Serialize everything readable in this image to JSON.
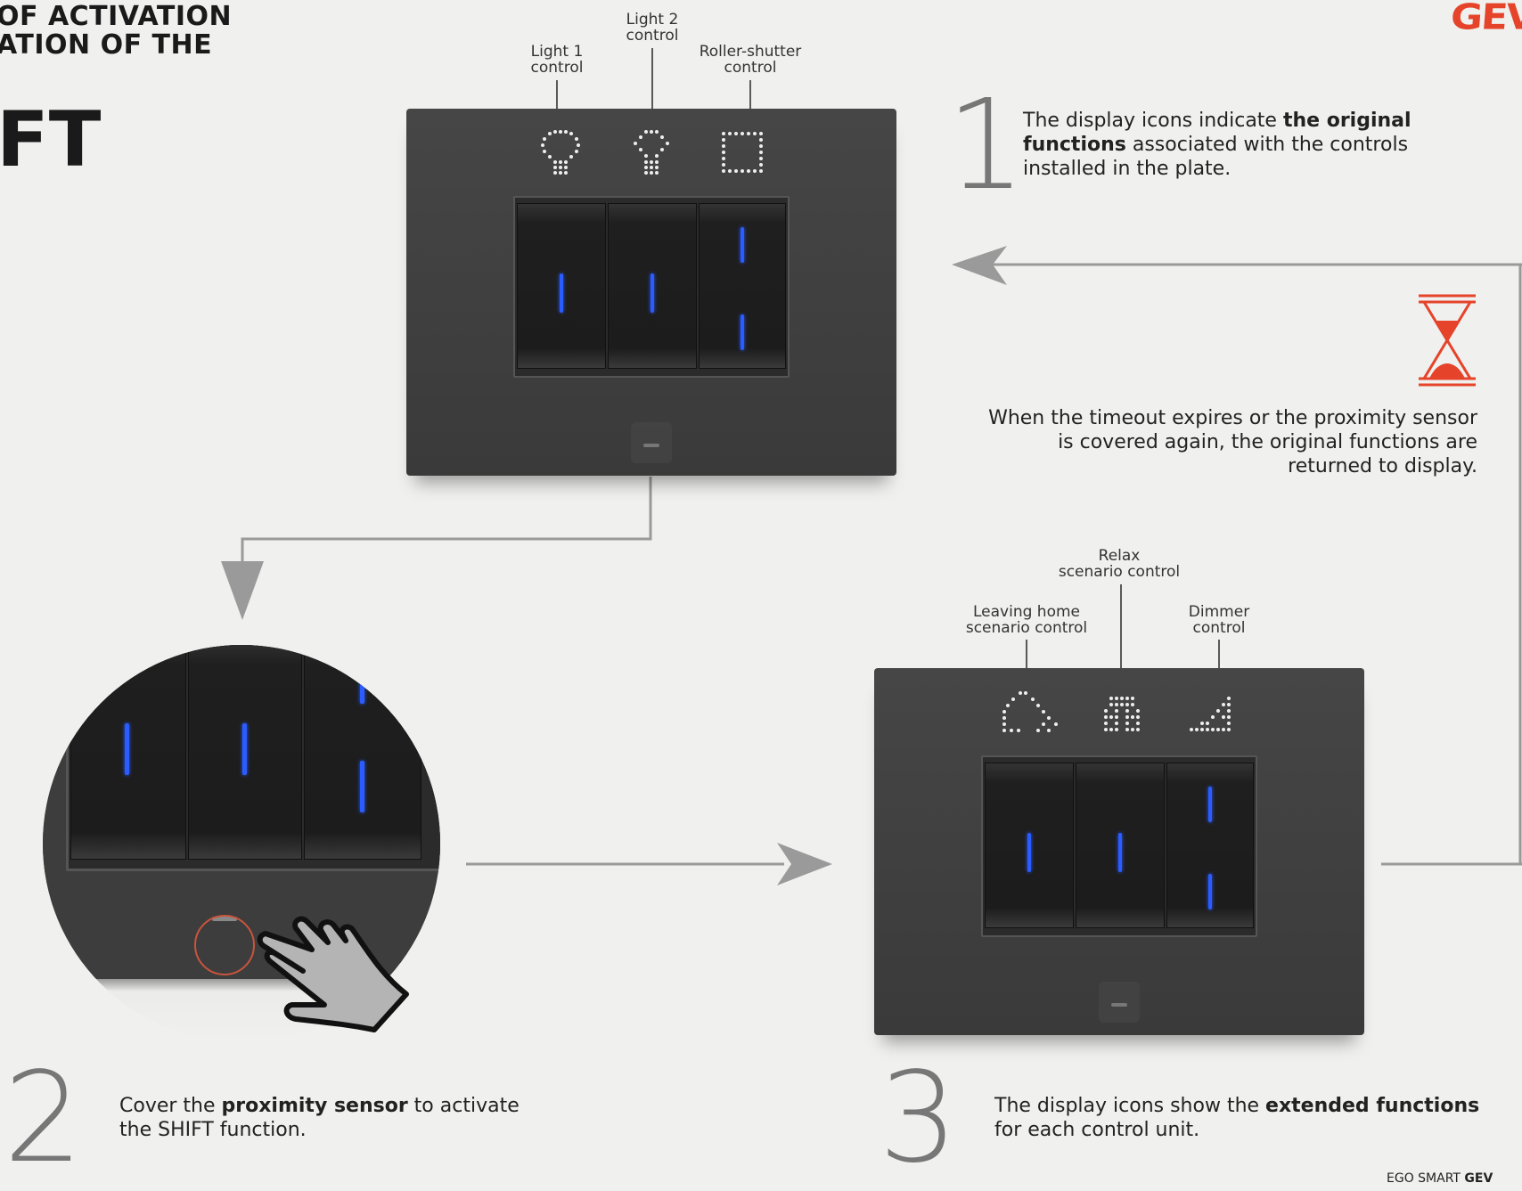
{
  "header": {
    "title_line_1": "OF ACTIVATION",
    "title_line_2": "ATION OF THE",
    "big_title": "FT",
    "logo_text": "GEV"
  },
  "top_plate": {
    "callouts": {
      "light1": [
        "Light 1",
        "control"
      ],
      "light2": [
        "Light 2",
        "control"
      ],
      "roller": [
        "Roller-shutter",
        "control"
      ]
    },
    "icons": [
      "bulb-icon",
      "bulb-icon",
      "window-icon"
    ]
  },
  "step1": {
    "number": "1",
    "text_pre": "The display icons indicate ",
    "text_bold": "the original functions",
    "text_post": " associated with the controls installed in the plate."
  },
  "timeout": {
    "icon": "hourglass-icon",
    "icon_color": "#e5432a",
    "text": "When the timeout expires or the proximity sensor is covered again, the original functions are returned to display."
  },
  "step2": {
    "number": "2",
    "text_pre": "Cover the ",
    "text_bold": "proximity sensor",
    "text_post": " to activate the SHIFT function."
  },
  "bottom_plate": {
    "callouts": {
      "leaving": [
        "Leaving home",
        "scenario control"
      ],
      "relax": [
        "Relax",
        "scenario control"
      ],
      "dimmer": [
        "Dimmer",
        "control"
      ]
    },
    "icons": [
      "leaving-home-icon",
      "relax-icon",
      "dimmer-icon"
    ]
  },
  "step3": {
    "number": "3",
    "text_pre": "The display icons show the ",
    "text_bold": "extended functions",
    "text_post": " for each control unit."
  },
  "footer": {
    "text": "EGO SMART ",
    "bold": "GEV"
  },
  "colors": {
    "accent": "#e5432a",
    "led": "#2a5cff",
    "plate": "#3f3f3f",
    "arrow": "#999999"
  }
}
